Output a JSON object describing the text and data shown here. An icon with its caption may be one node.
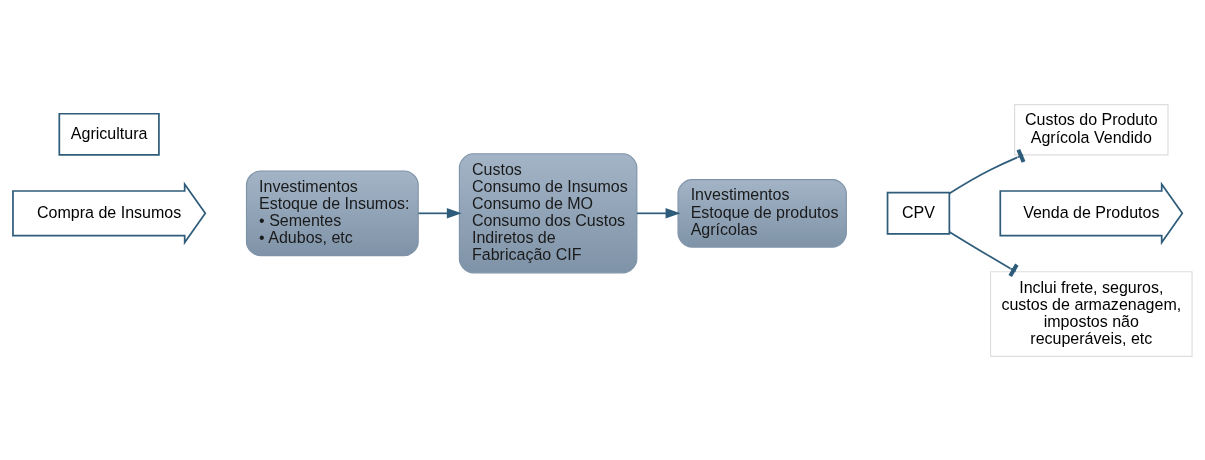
{
  "diagram": {
    "nodes": [
      {
        "text": [
          "Agricultura"
        ]
      },
      {
        "text": [
          "Compra de Insumos"
        ]
      },
      {
        "text": [
          "Investimentos",
          "Estoque de Insumos:",
          "• Sementes",
          "• Adubos, etc"
        ]
      },
      {
        "text": [
          "Custos",
          "Consumo de Insumos",
          "Consumo de MO",
          "Consumo dos Custos Indiretos de Fabricação CIF"
        ]
      },
      {
        "text": [
          "Investimentos",
          "Estoque de produtos Agrícolas"
        ]
      },
      {
        "text": [
          "CPV"
        ]
      },
      {
        "text": [
          "Custos do Produto Agrícola Vendido"
        ]
      },
      {
        "text": [
          "Venda de Produtos"
        ]
      },
      {
        "text": [
          "Inclui frete, seguros, custos de armazenagem, impostos não recuperáveis, etc"
        ]
      }
    ],
    "edges": [
      {
        "from": 2,
        "to": 3,
        "arrow": "to"
      },
      {
        "from": 3,
        "to": 4,
        "arrow": "to"
      },
      {
        "from": 5,
        "to": 6,
        "arrow": "other"
      },
      {
        "from": 5,
        "to": 8,
        "arrow": "other"
      }
    ]
  }
}
